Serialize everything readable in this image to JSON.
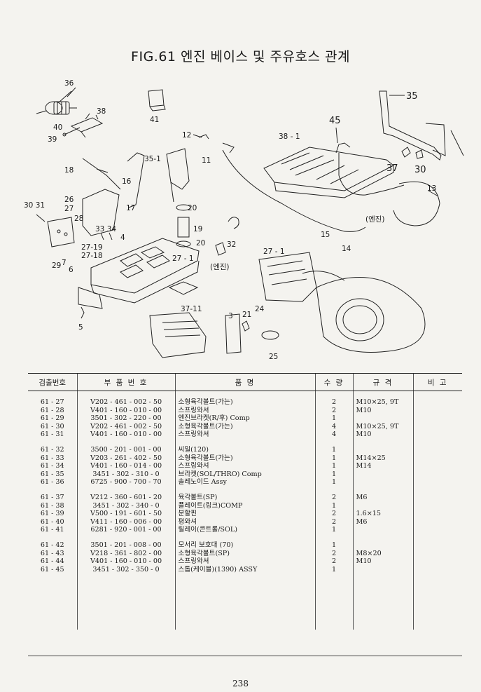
{
  "page": {
    "title": "FIG.61 엔진 베이스 및 주유호스 관계",
    "page_number": "238"
  },
  "diagram": {
    "callouts": {
      "c36": "36",
      "c41": "41",
      "c38": "38",
      "c40": "40",
      "c39": "39",
      "c35": "35",
      "c12": "12",
      "c11": "11",
      "c38_1": "38 - 1",
      "c45": "45",
      "c37": "37",
      "c30": "30",
      "c18": "18",
      "c35_1": "35-1",
      "c16": "16",
      "c17": "17",
      "c20a": "20",
      "c13": "13",
      "c26": "26",
      "c27a": "27",
      "c3031": "30 31",
      "c28": "28",
      "c3334": "33 34",
      "c19": "19",
      "c20b": "20",
      "c32": "32",
      "c15": "15",
      "c14": "14",
      "c27_19": "27-19",
      "c27_18": "27-18",
      "c29": "29",
      "c7": "7",
      "c6": "6",
      "c4": "4",
      "c27_1a": "27 - 1",
      "c27_1b": "27 - 1",
      "c37_11": "37-11",
      "c3": "3",
      "c21": "21",
      "c24": "24",
      "c5": "5",
      "c25": "25",
      "engine_a": "(엔진)",
      "engine_b": "(엔진)"
    }
  },
  "table": {
    "headers": [
      "검출번호",
      "부 품 번 호",
      "품 명",
      "수 량",
      "규 격",
      "비 고"
    ],
    "groups": [
      [
        {
          "fig": "61 - 27",
          "part": "V202 - 461 - 002 - 50",
          "name": "소형육각볼트(가는)",
          "qty": "2",
          "spec": "M10×25, 9T",
          "note": ""
        },
        {
          "fig": "61 - 28",
          "part": "V401 - 160 - 010 - 00",
          "name": "스프링와셔",
          "qty": "2",
          "spec": "M10",
          "note": ""
        },
        {
          "fig": "61 - 29",
          "part": "3501 - 302 - 220 - 00",
          "name": "엔진브라켓(R/후) Comp",
          "qty": "1",
          "spec": "",
          "note": ""
        },
        {
          "fig": "61 - 30",
          "part": "V202 - 461 - 002 - 50",
          "name": "소형육각볼트(가는)",
          "qty": "4",
          "spec": "M10×25, 9T",
          "note": ""
        },
        {
          "fig": "61 - 31",
          "part": "V401 - 160 - 010 - 00",
          "name": "스프링와셔",
          "qty": "4",
          "spec": "M10",
          "note": ""
        }
      ],
      [
        {
          "fig": "61 - 32",
          "part": "3500 - 201 - 001 - 00",
          "name": "씨일(120)",
          "qty": "1",
          "spec": "",
          "note": ""
        },
        {
          "fig": "61 - 33",
          "part": "V203 - 261 - 402 - 50",
          "name": "소형육각볼트(가는)",
          "qty": "1",
          "spec": "M14×25",
          "note": ""
        },
        {
          "fig": "61 - 34",
          "part": "V401 - 160 - 014 - 00",
          "name": "스프링와셔",
          "qty": "1",
          "spec": "M14",
          "note": ""
        },
        {
          "fig": "61 - 35",
          "part": "3451 - 302 - 310 - 0",
          "name": "브라켓(SOL/THRO) Comp",
          "qty": "1",
          "spec": "",
          "note": ""
        },
        {
          "fig": "61 - 36",
          "part": "6725 - 900 - 700 - 70",
          "name": "솔레노이드 Assy",
          "qty": "1",
          "spec": "",
          "note": ""
        }
      ],
      [
        {
          "fig": "61 - 37",
          "part": "V212 - 360 - 601 - 20",
          "name": "육각볼트(SP)",
          "qty": "2",
          "spec": "M6",
          "note": ""
        },
        {
          "fig": "61 - 38",
          "part": "3451 - 302 - 340 - 0",
          "name": "플레이트(링크)COMP",
          "qty": "1",
          "spec": "",
          "note": ""
        },
        {
          "fig": "61 - 39",
          "part": "V500 - 191 - 601 - 50",
          "name": "분할핀",
          "qty": "2",
          "spec": "1.6×15",
          "note": ""
        },
        {
          "fig": "61 - 40",
          "part": "V411 - 160 - 006 - 00",
          "name": "평와셔",
          "qty": "2",
          "spec": "M6",
          "note": ""
        },
        {
          "fig": "61 - 41",
          "part": "6281 - 920 - 001 - 00",
          "name": "릴레이(콘트롤/SOL)",
          "qty": "1",
          "spec": "",
          "note": ""
        }
      ],
      [
        {
          "fig": "61 - 42",
          "part": "3501 - 201 - 008 - 00",
          "name": "모서리 보호대 (70)",
          "qty": "1",
          "spec": "",
          "note": ""
        },
        {
          "fig": "61 - 43",
          "part": "V218 - 361 - 802 - 00",
          "name": "소형육각볼트(SP)",
          "qty": "2",
          "spec": "M8×20",
          "note": ""
        },
        {
          "fig": "61 - 44",
          "part": "V401 - 160 - 010 - 00",
          "name": "스프링와셔",
          "qty": "2",
          "spec": "M10",
          "note": ""
        },
        {
          "fig": "61 - 45",
          "part": "3451 - 302 - 350 - 0",
          "name": "스톱(케이블)(1390) ASSY",
          "qty": "1",
          "spec": "",
          "note": ""
        }
      ]
    ]
  }
}
